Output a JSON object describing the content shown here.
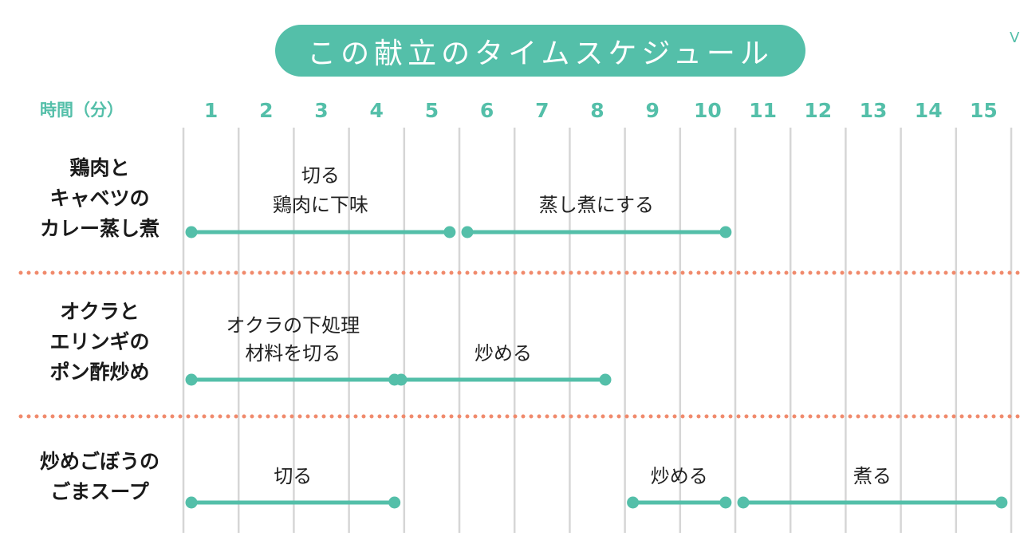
{
  "title": "この献立のタイムスケジュール",
  "corner_mark": "V",
  "axis_label": "時間（分）",
  "colors": {
    "accent": "#54bfa9",
    "divider": "#f08a6c",
    "grid": "#d6d6d6",
    "text": "#1a1a1a"
  },
  "minutes": [
    "1",
    "2",
    "3",
    "4",
    "5",
    "6",
    "7",
    "8",
    "9",
    "10",
    "11",
    "12",
    "13",
    "14",
    "15"
  ],
  "dishes": [
    {
      "name_lines": [
        "鶏肉と",
        "キャベツの",
        "カレー蒸し煮"
      ],
      "tasks": [
        {
          "label_lines": [
            "切る",
            "鶏肉に下味"
          ],
          "start_min": 0,
          "end_min": 4.68
        },
        {
          "label_lines": [
            "蒸し煮にする"
          ],
          "start_min": 5.0,
          "end_min": 9.68
        }
      ]
    },
    {
      "name_lines": [
        "オクラと",
        "エリンギの",
        "ポン酢炒め"
      ],
      "tasks": [
        {
          "label_lines": [
            "オクラの下処理",
            "材料を切る"
          ],
          "start_min": 0,
          "end_min": 3.68
        },
        {
          "label_lines": [
            "炒める"
          ],
          "start_min": 3.8,
          "end_min": 7.5
        }
      ]
    },
    {
      "name_lines": [
        "炒めごぼうの",
        "ごまスープ"
      ],
      "tasks": [
        {
          "label_lines": [
            "切る"
          ],
          "start_min": 0,
          "end_min": 3.68
        },
        {
          "label_lines": [
            "炒める"
          ],
          "start_min": 8.0,
          "end_min": 9.68
        },
        {
          "label_lines": [
            "煮る"
          ],
          "start_min": 10.0,
          "end_min": 14.68
        }
      ]
    }
  ]
}
